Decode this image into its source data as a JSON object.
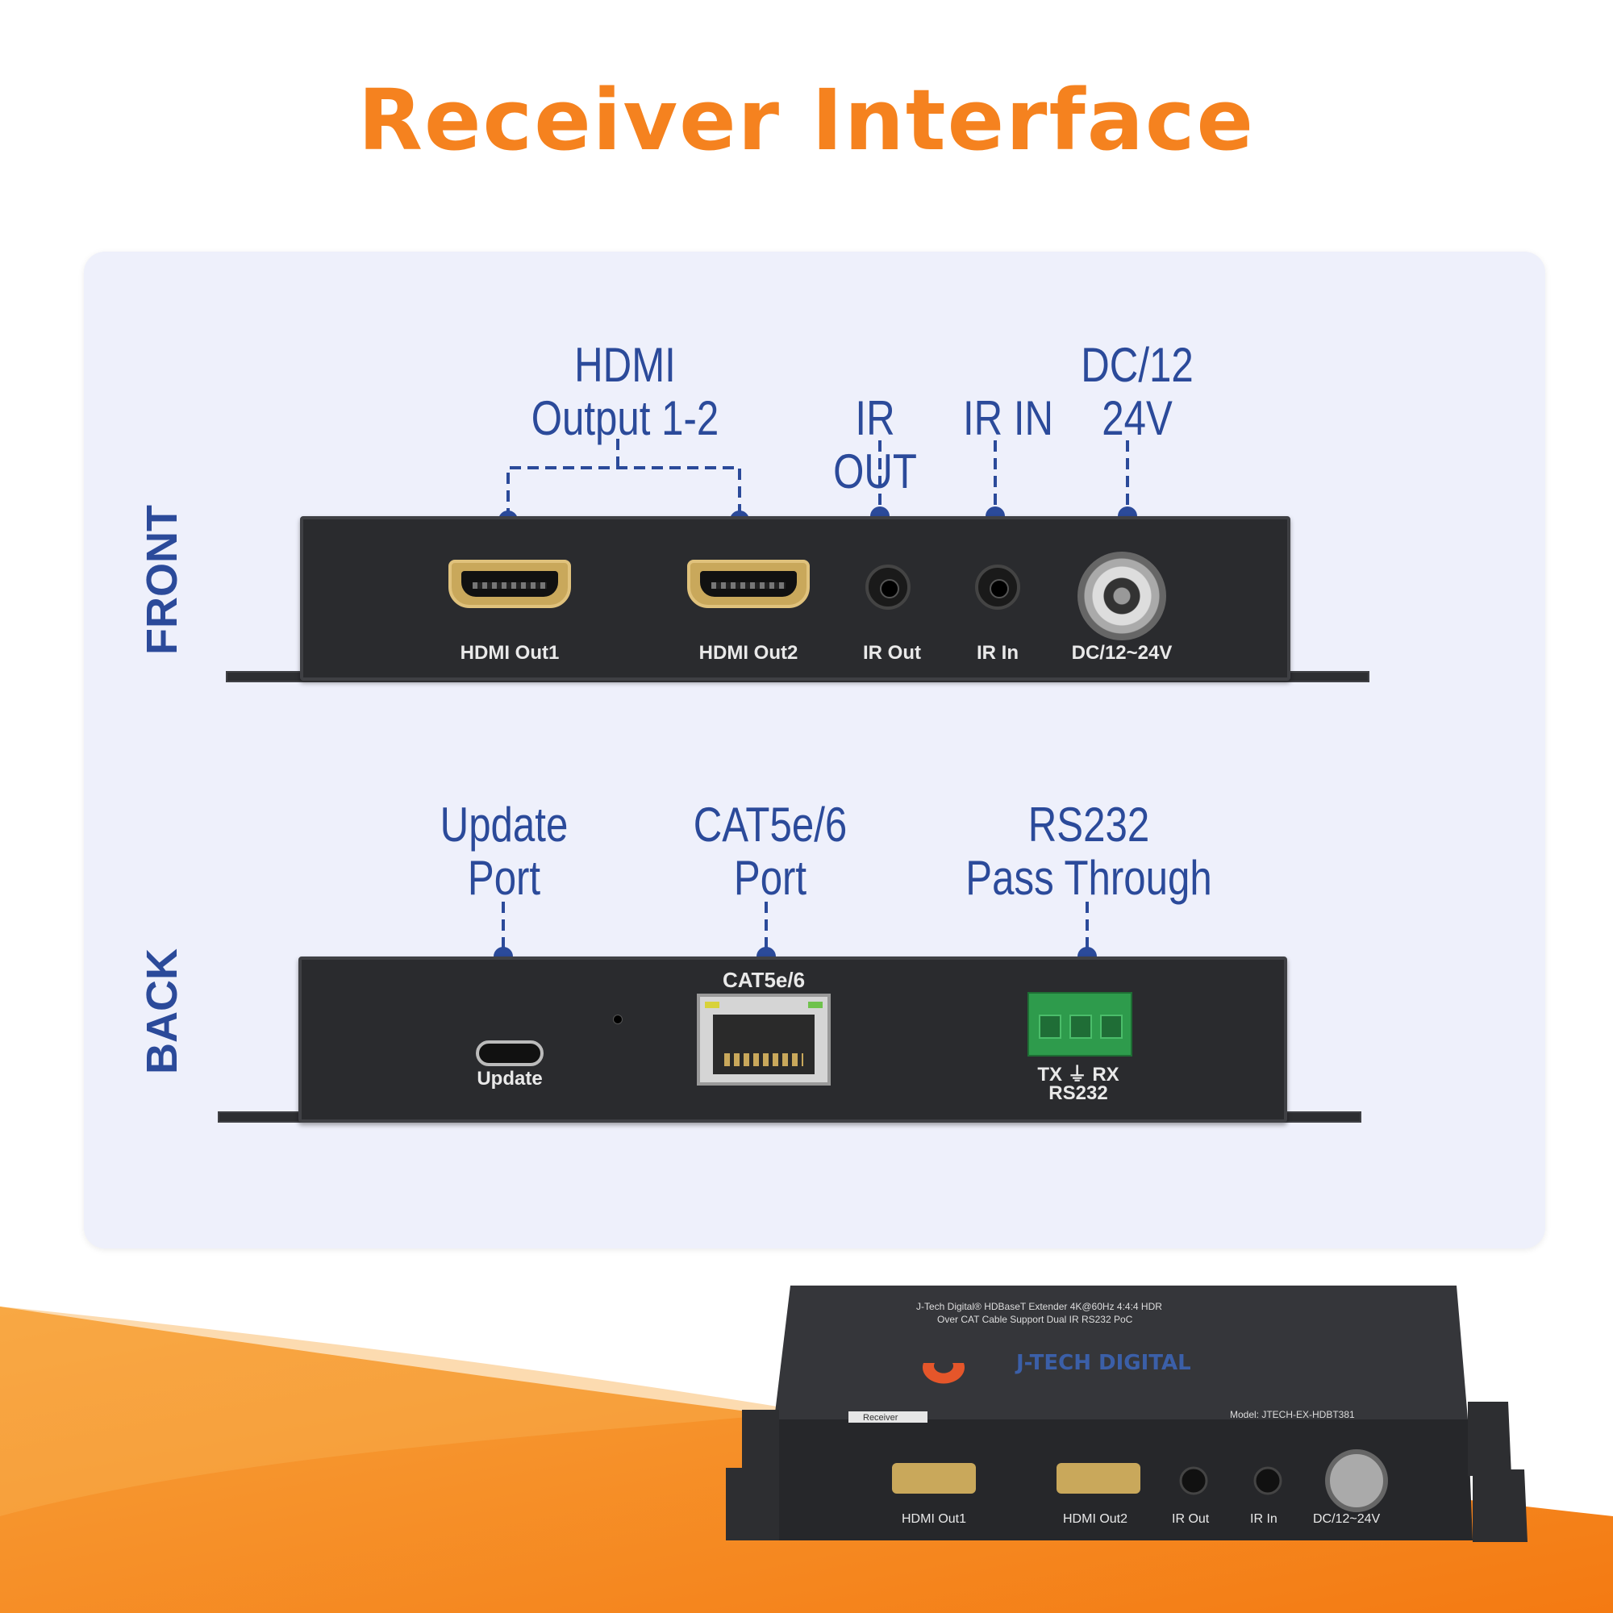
{
  "title": "Receiver Interface",
  "front": {
    "side_label": "FRONT",
    "callouts": {
      "hdmi": [
        "HDMI",
        "Output 1-2"
      ],
      "ir_out": "IR OUT",
      "ir_in": "IR IN",
      "dc": [
        "DC/12",
        "24V"
      ]
    },
    "port_labels": {
      "hdmi_out1": "HDMI Out1",
      "hdmi_out2": "HDMI Out2",
      "ir_out": "IR Out",
      "ir_in": "IR In",
      "dc": "DC/12~24V"
    }
  },
  "back": {
    "side_label": "BACK",
    "callouts": {
      "update": [
        "Update",
        "Port"
      ],
      "cat": [
        "CAT5e/6",
        "Port"
      ],
      "rs232": [
        "RS232",
        "Pass Through"
      ]
    },
    "port_labels": {
      "update": "Update",
      "cat": "CAT5e/6",
      "rs232_pins": "TX ⏚ RX",
      "rs232": "RS232"
    }
  },
  "product": {
    "headline_line1": "J-Tech Digital® HDBaseT Extender 4K@60Hz 4:4:4 HDR",
    "headline_line2": "Over CAT Cable Support Dual IR RS232 PoC",
    "brand": "J-TECH DIGITAL",
    "receiver_tag": "Receiver",
    "model": "Model: JTECH-EX-HDBT381",
    "port_labels": [
      "HDMI Out1",
      "HDMI Out2",
      "IR Out",
      "IR In",
      "DC/12~24V"
    ]
  },
  "colors": {
    "accent_orange": "#f5821f",
    "label_blue": "#2b4a9a",
    "panel_bg": "#eef0fb",
    "device_black": "#2a2b2e"
  }
}
